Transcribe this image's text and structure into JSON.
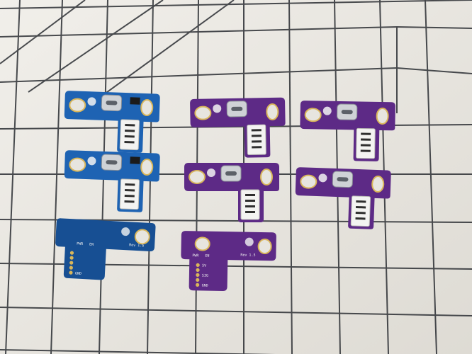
{
  "photo": {
    "subject": "blue-and-purple-usb-c-breakout-boards-on-cutting-mat",
    "colors": {
      "mat_base": "#e7e5df",
      "grid_line": "#2b2e33",
      "blue_pcb": "#1e63b3",
      "blue_pcb_dark": "#174f93",
      "purple_pcb": "#5d2a86",
      "purple_pcb_dark": "#4a1f6d",
      "connector_white": "#f3f3f1",
      "usb_metal": "#cfd2d6",
      "gold_pad": "#d9b65a",
      "silkscreen": "#f2f2f2"
    },
    "silkscreen_labels": {
      "rev": "Rev 1.5",
      "pwr": "PWR",
      "en": "EN",
      "vplus": "5V",
      "gnd": "GND",
      "sig": "SIG"
    }
  }
}
